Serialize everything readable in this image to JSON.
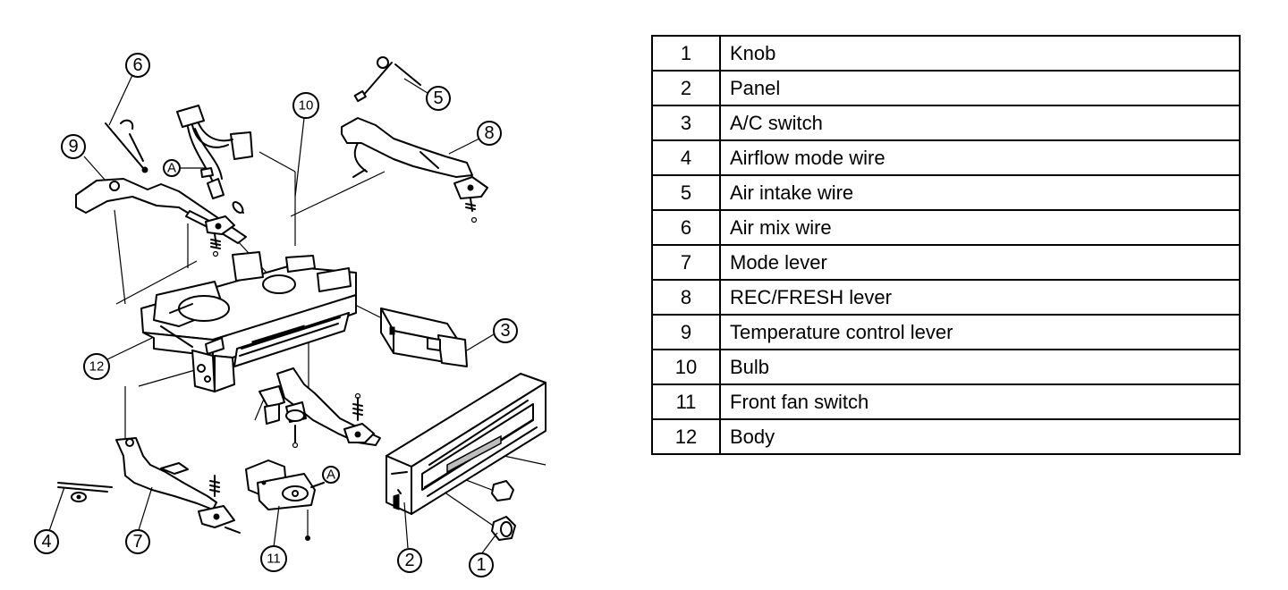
{
  "callouts": [
    "1",
    "2",
    "3",
    "4",
    "5",
    "6",
    "7",
    "8",
    "9",
    "10",
    "11",
    "12",
    "A"
  ],
  "parts": [
    {
      "num": "1",
      "name": "Knob"
    },
    {
      "num": "2",
      "name": "Panel"
    },
    {
      "num": "3",
      "name": "A/C switch"
    },
    {
      "num": "4",
      "name": "Airflow mode wire"
    },
    {
      "num": "5",
      "name": "Air intake wire"
    },
    {
      "num": "6",
      "name": "Air mix wire"
    },
    {
      "num": "7",
      "name": "Mode lever"
    },
    {
      "num": "8",
      "name": "REC/FRESH lever"
    },
    {
      "num": "9",
      "name": "Temperature control lever"
    },
    {
      "num": "10",
      "name": "Bulb"
    },
    {
      "num": "11",
      "name": "Front fan switch"
    },
    {
      "num": "12",
      "name": "Body"
    }
  ]
}
